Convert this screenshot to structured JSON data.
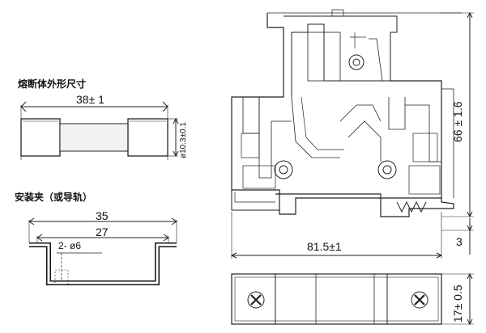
{
  "fuse": {
    "title": "熔断体外形尺寸",
    "length": "38± 1",
    "diameter": "ø10.3±0.1"
  },
  "rail": {
    "title": "安装夹（或导轨）",
    "outer_width": "35",
    "inner_width": "27",
    "holes": "2- ø6"
  },
  "holder": {
    "height": "66 ± 1.6",
    "depth": "81.5±1",
    "offset": "3",
    "width": "17± 0.5"
  }
}
